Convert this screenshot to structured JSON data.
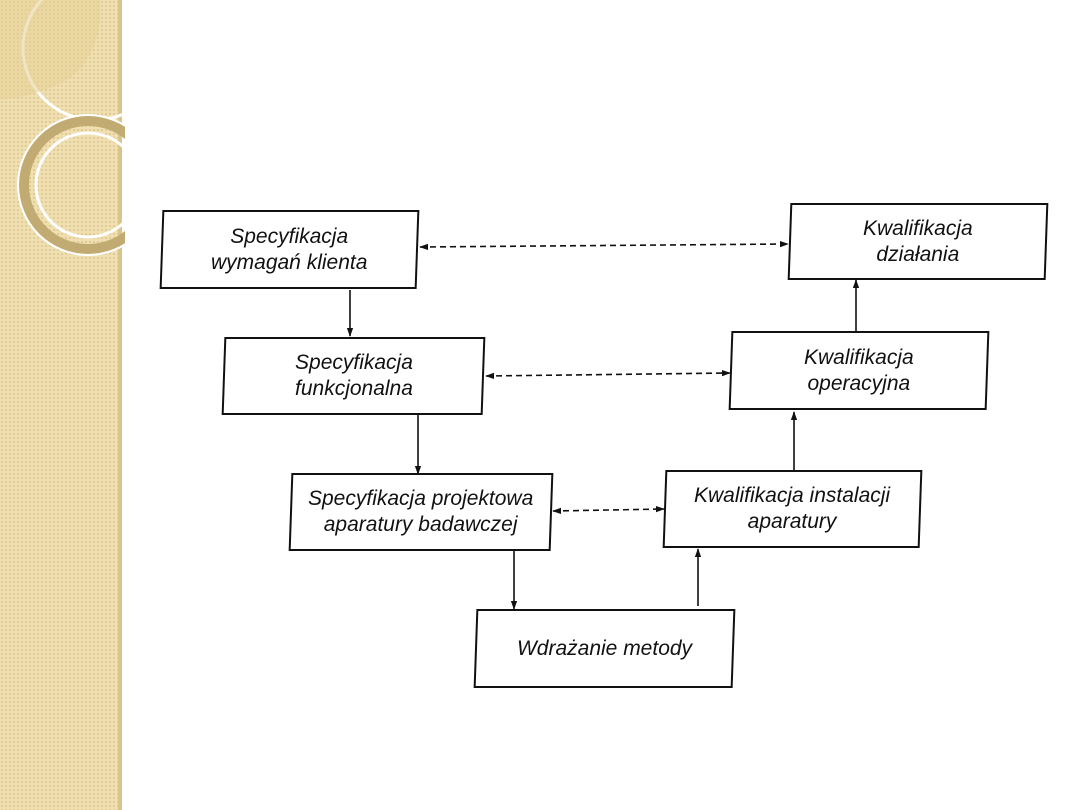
{
  "slide": {
    "theme_colors": {
      "band": "#f0dfb0",
      "band_edge": "#d9c48e",
      "ring_outline": "#ffffff",
      "ring_fill": "#c9b27a",
      "line": "#111111"
    }
  },
  "diagram": {
    "nodes": {
      "customer_requirements": "Specyfikacja\nwymagań klienta",
      "functional_spec": "Specyfikacja\nfunkcjonalna",
      "design_spec": "Specyfikacja projektowa\naparatury badawczej",
      "method_implementation": "Wdrażanie metody",
      "installation_qualification": "Kwalifikacja instalacji\naparatury",
      "operational_qualification": "Kwalifikacja\noperacyjna",
      "performance_qualification": "Kwalifikacja\ndziałania"
    },
    "edges": [
      {
        "from": "customer_requirements",
        "to": "functional_spec",
        "style": "solid"
      },
      {
        "from": "functional_spec",
        "to": "design_spec",
        "style": "solid"
      },
      {
        "from": "design_spec",
        "to": "method_implementation",
        "style": "solid"
      },
      {
        "from": "method_implementation",
        "to": "installation_qualification",
        "style": "solid"
      },
      {
        "from": "installation_qualification",
        "to": "operational_qualification",
        "style": "solid"
      },
      {
        "from": "operational_qualification",
        "to": "performance_qualification",
        "style": "solid"
      },
      {
        "from": "customer_requirements",
        "to": "performance_qualification",
        "style": "dashed-bidirectional"
      },
      {
        "from": "functional_spec",
        "to": "operational_qualification",
        "style": "dashed-bidirectional"
      },
      {
        "from": "design_spec",
        "to": "installation_qualification",
        "style": "dashed-bidirectional"
      }
    ]
  }
}
